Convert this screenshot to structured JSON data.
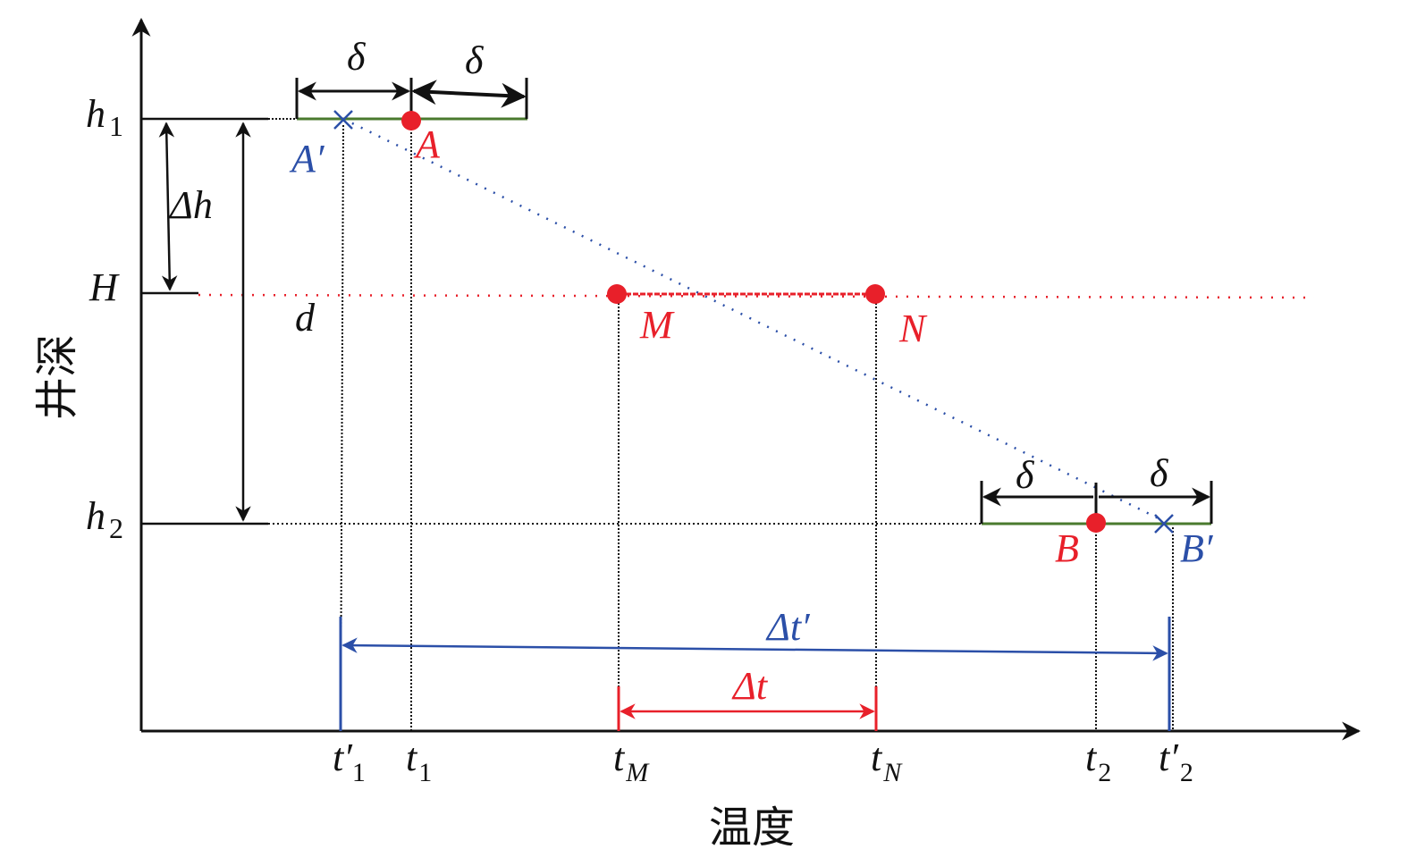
{
  "axes": {
    "x_label": "温度",
    "y_label": "井深"
  },
  "depth_labels": {
    "h1_main": "h",
    "h1_sub": "1",
    "H": "H",
    "h2_main": "h",
    "h2_sub": "2",
    "d": "d"
  },
  "dimension_labels": {
    "delta_h": "Δh",
    "delta": "δ",
    "delta_t": "Δt",
    "delta_t_prime": "Δt′"
  },
  "points": {
    "A": "A",
    "A_prime": "A′",
    "B": "B",
    "B_prime": "B′",
    "M": "M",
    "N": "N"
  },
  "ticks": [
    {
      "main": "t′",
      "sub": "1"
    },
    {
      "main": "t",
      "sub": "1"
    },
    {
      "main": "t",
      "sub": "M"
    },
    {
      "main": "t",
      "sub": "N"
    },
    {
      "main": "t",
      "sub": "2"
    },
    {
      "main": "t′",
      "sub": "2"
    }
  ],
  "colors": {
    "red": "#e8202a",
    "blue": "#2b4fa8",
    "green": "#4a7a2e",
    "black": "#111111"
  }
}
